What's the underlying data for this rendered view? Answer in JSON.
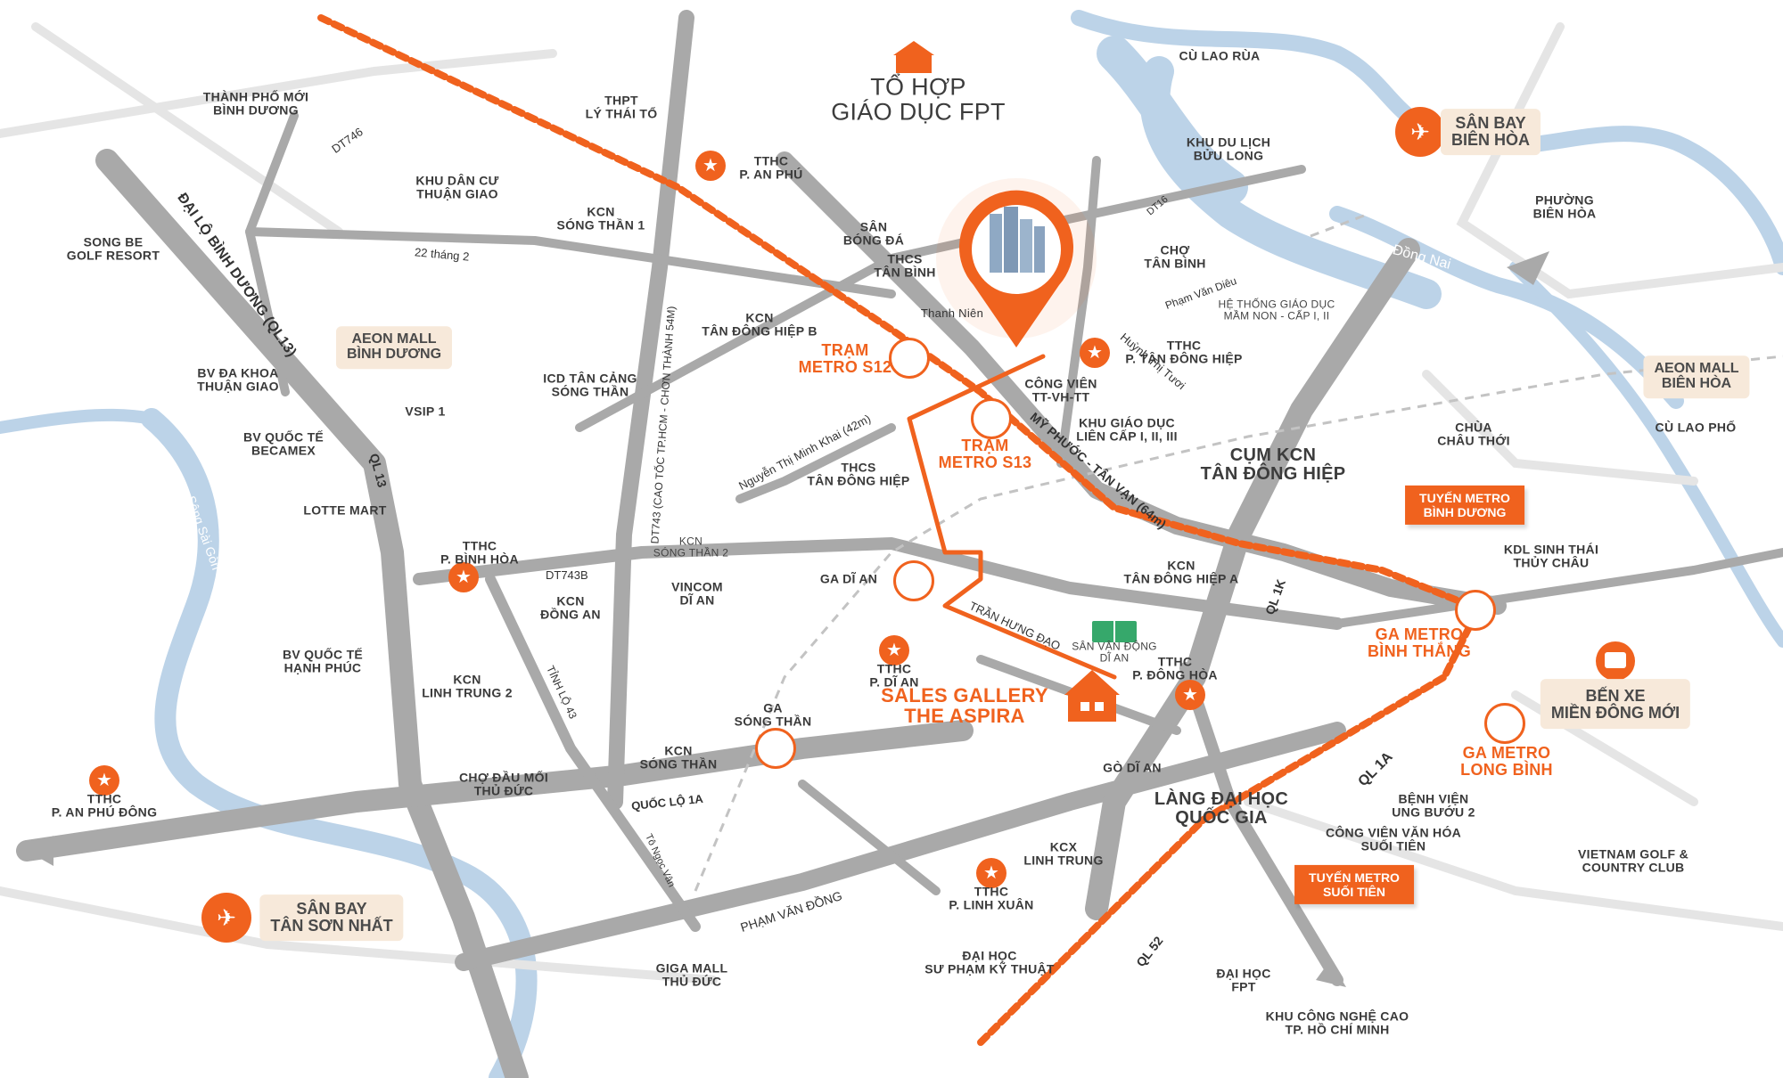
{
  "map": {
    "landmark_title": "TỔ HỢP\nGIÁO DỤC FPT",
    "project_label": "Thanh Niên",
    "sales_gallery": "SALES GALLERY\nTHE ASPIRA",
    "colors": {
      "accent": "#f0621e",
      "road": "#a9a9a9",
      "river": "#b8d0e6",
      "bg": "#ffffff"
    }
  },
  "places": [
    {
      "id": "cu-lao-rua",
      "text": "CÙ LAO RÙA"
    },
    {
      "id": "thanh-pho-moi",
      "text": "THÀNH PHỐ MỚI\nBÌNH DƯƠNG"
    },
    {
      "id": "thpt-ly-thai-to",
      "text": "THPT\nLÝ THÁI TỔ"
    },
    {
      "id": "khu-du-lich",
      "text": "KHU DU LỊCH\nBỬU LONG"
    },
    {
      "id": "phuong-bien-hoa",
      "text": "PHƯỜNG\nBIÊN HÒA"
    },
    {
      "id": "kdc-thuan-giao",
      "text": "KHU DÂN CƯ\nTHUẬN GIAO"
    },
    {
      "id": "kcn-song-than-1",
      "text": "KCN\nSÓNG THẦN 1"
    },
    {
      "id": "san-bong-da",
      "text": "SÂN\nBÓNG ĐÁ"
    },
    {
      "id": "song-be-golf",
      "text": "SONG BE\nGOLF RESORT"
    },
    {
      "id": "thcs-tan-binh",
      "text": "THCS\nTÂN BÌNH"
    },
    {
      "id": "cho-tan-binh",
      "text": "CHỢ\nTÂN BÌNH"
    },
    {
      "id": "he-thong-giao-duc",
      "text": "HỆ THỐNG GIÁO DỤC\nMẦM NON - CẤP I, II"
    },
    {
      "id": "kcn-tdh-b",
      "text": "KCN\nTÂN ĐÔNG HIỆP B"
    },
    {
      "id": "bv-da-khoa",
      "text": "BV ĐA KHOA\nTHUẬN GIAO"
    },
    {
      "id": "icd-tan-cang",
      "text": "ICD TÂN CẢNG\nSÓNG THẦN"
    },
    {
      "id": "cong-vien",
      "text": "CÔNG VIÊN\nTT-VH-TT"
    },
    {
      "id": "vsip1",
      "text": "VSIP 1"
    },
    {
      "id": "khu-giao-duc",
      "text": "KHU GIÁO DỤC\nLIÊN CẤP I, II, III"
    },
    {
      "id": "chua-chau-thoi",
      "text": "CHÙA\nCHÂU THỚI"
    },
    {
      "id": "cu-lao-pho",
      "text": "CÙ LAO PHỐ"
    },
    {
      "id": "bv-becamex",
      "text": "BV QUỐC TẾ\nBECAMEX"
    },
    {
      "id": "cum-kcn",
      "text": "CỤM KCN\nTÂN ĐÔNG HIỆP"
    },
    {
      "id": "thcs-tdh",
      "text": "THCS\nTÂN ĐÔNG HIỆP"
    },
    {
      "id": "lotte-mart",
      "text": "LOTTE MART"
    },
    {
      "id": "kcn-song-than-2",
      "text": "KCN\nSÓNG THẦN 2"
    },
    {
      "id": "kdl-sinh-thai",
      "text": "KDL SINH THÁI\nTHỦY CHÂU"
    },
    {
      "id": "kcn-tdh-a",
      "text": "KCN\nTÂN ĐÔNG HIỆP A"
    },
    {
      "id": "kcn-dong-an",
      "text": "KCN\nĐỒNG AN"
    },
    {
      "id": "vincom-di-an",
      "text": "VINCOM\nDĨ AN"
    },
    {
      "id": "svd-di-an",
      "text": "SÂN VẬN ĐỘNG\nDĨ AN"
    },
    {
      "id": "bv-hanh-phuc",
      "text": "BV QUỐC TẾ\nHẠNH PHÚC"
    },
    {
      "id": "kcn-linh-trung-2",
      "text": "KCN\nLINH TRUNG 2"
    },
    {
      "id": "kcn-song-than",
      "text": "KCN\nSÓNG THẦN"
    },
    {
      "id": "go-di-an",
      "text": "GÒ DĨ AN"
    },
    {
      "id": "cho-dau-moi",
      "text": "CHỢ ĐẦU MỐI\nTHỦ ĐỨC"
    },
    {
      "id": "lang-dai-hoc",
      "text": "LÀNG ĐẠI HỌC\nQUỐC GIA"
    },
    {
      "id": "benh-vien-ung-buou",
      "text": "BỆNH VIỆN\nUNG BƯỚU 2"
    },
    {
      "id": "cong-vien-suoi-tien",
      "text": "CÔNG VIÊN VĂN HÓA\nSUỐI TIÊN"
    },
    {
      "id": "kcx-linh-trung",
      "text": "KCX\nLINH TRUNG"
    },
    {
      "id": "vietnam-golf",
      "text": "VIETNAM GOLF &\nCOUNTRY CLUB"
    },
    {
      "id": "giga-mall",
      "text": "GIGA MALL\nTHỦ ĐỨC"
    },
    {
      "id": "dh-su-pham",
      "text": "ĐẠI HỌC\nSƯ PHẠM KỸ THUẬT"
    },
    {
      "id": "dh-fpt",
      "text": "ĐẠI HỌC\nFPT"
    },
    {
      "id": "khu-cong-nghe",
      "text": "KHU CÔNG NGHỆ CAO\nTP. HỒ CHÍ MINH"
    }
  ],
  "admin_centers": [
    {
      "id": "tthc-an-phu",
      "text": "TTHC\nP. AN PHÚ"
    },
    {
      "id": "tthc-tdh",
      "text": "TTHC\nP. TÂN ĐÔNG HIỆP"
    },
    {
      "id": "tthc-binh-hoa",
      "text": "TTHC\nP. BÌNH HÒA"
    },
    {
      "id": "tthc-di-an",
      "text": "TTHC\nP. DĨ AN"
    },
    {
      "id": "tthc-dong-hoa",
      "text": "TTHC\nP. ĐÔNG HÒA"
    },
    {
      "id": "tthc-an-phu-dong",
      "text": "TTHC\nP. AN PHÚ ĐÔNG"
    },
    {
      "id": "tthc-linh-xuan",
      "text": "TTHC\nP. LINH XUÂN"
    }
  ],
  "stations": [
    {
      "id": "metro-s12",
      "text": "TRẠM\nMETRO S12"
    },
    {
      "id": "metro-s13",
      "text": "TRẠM\nMETRO S13"
    },
    {
      "id": "ga-di-an",
      "text": "GA DĨ AN"
    },
    {
      "id": "ga-song-than",
      "text": "GA\nSÓNG THẦN"
    },
    {
      "id": "ga-binh-thang",
      "text": "GA METRO\nBÌNH THẮNG"
    },
    {
      "id": "ga-long-binh",
      "text": "GA METRO\nLONG BÌNH"
    }
  ],
  "callouts": [
    {
      "id": "tuyen-binh-duong",
      "text": "TUYẾN METRO\nBÌNH DƯƠNG"
    },
    {
      "id": "tuyen-suoi-tien",
      "text": "TUYẾN METRO\nSUỐI TIÊN"
    }
  ],
  "highlights": [
    {
      "id": "aeon-binh-duong",
      "text": "AEON MALL\nBÌNH DƯƠNG"
    },
    {
      "id": "aeon-bien-hoa",
      "text": "AEON MALL\nBIÊN HÒA"
    },
    {
      "id": "ben-xe",
      "text": "BẾN XE\nMIỀN ĐÔNG MỚI"
    }
  ],
  "airports": [
    {
      "id": "san-bay-bien-hoa",
      "text": "SÂN BAY\nBIÊN HÒA"
    },
    {
      "id": "san-bay-tsn",
      "text": "SÂN BAY\nTÂN SƠN NHẤT"
    }
  ],
  "roads": [
    {
      "id": "dt746",
      "text": "DT746"
    },
    {
      "id": "dai-lo-binh-duong",
      "text": "ĐẠI LỘ BÌNH DƯƠNG (QL13)"
    },
    {
      "id": "22-thang-2",
      "text": "22 tháng 2"
    },
    {
      "id": "dt743",
      "text": "DT743 (CAO TỐC TP.HCM - CHƠN THÀNH 54M)"
    },
    {
      "id": "dt16",
      "text": "DT16"
    },
    {
      "id": "song-dong-nai",
      "text": "Sông Đồng Nai"
    },
    {
      "id": "pham-van-dieu",
      "text": "Phạm Văn Diêu"
    },
    {
      "id": "huynh-thi-tuoi",
      "text": "Huỳnh Thị Tươi"
    },
    {
      "id": "ql13",
      "text": "QL 13"
    },
    {
      "id": "my-phuoc",
      "text": "MỸ PHƯỚC - TÂN VẠN (64m)"
    },
    {
      "id": "nguyen-thi-minh-khai",
      "text": "Nguyễn Thị Minh Khai (42m)"
    },
    {
      "id": "song-sai-gon",
      "text": "Sông Sài Gòn"
    },
    {
      "id": "dt743b",
      "text": "DT743B"
    },
    {
      "id": "ql1k",
      "text": "QL 1K"
    },
    {
      "id": "tran-hung-dao",
      "text": "TRẦN HƯNG ĐẠO"
    },
    {
      "id": "tinh-lo-43",
      "text": "TỈNH LỘ 43"
    },
    {
      "id": "ql1a",
      "text": "QL 1A"
    },
    {
      "id": "quoc-lo-1a",
      "text": "QUỐC LỘ 1A"
    },
    {
      "id": "to-ngoc-van",
      "text": "Tô Ngọc Vân"
    },
    {
      "id": "pham-van-dong",
      "text": "PHẠM VĂN ĐỒNG"
    },
    {
      "id": "ql52",
      "text": "QL 52"
    }
  ]
}
